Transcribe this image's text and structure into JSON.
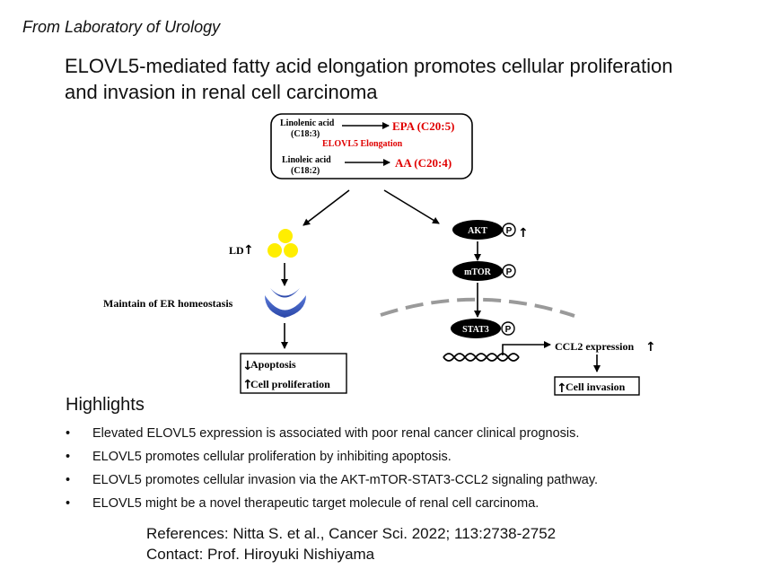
{
  "header": {
    "lab": "From Laboratory of Urology",
    "title_line1": "ELOVL5-mediated fatty acid elongation promotes cellular proliferation",
    "title_line2": "and invasion in renal cell carcinoma"
  },
  "diagram": {
    "box": {
      "linolenic_line1": "Linolenic acid",
      "linolenic_line2": "(C18:3)",
      "epa": "EPA (C20:5)",
      "elongation": "ELOVL5 Elongation",
      "linoleic_line1": "Linoleic acid",
      "linoleic_line2": "(C18:2)",
      "aa": "AA (C20:4)"
    },
    "left": {
      "ld": "LD",
      "er": "Maintain of ER homeostasis",
      "apoptosis": "Apoptosis",
      "proliferation": "Cell proliferation"
    },
    "right": {
      "akt": "AKT",
      "mtor": "mTOR",
      "stat3": "STAT3",
      "p": "P",
      "ccl2": "CCL2 expression",
      "invasion": "Cell invasion"
    },
    "colors": {
      "red": "#e00000",
      "lipid_droplet": "#ffee00",
      "er_blue": "#3a5cc0",
      "node": "#000000",
      "membrane": "#9a9a9a"
    },
    "arrows": {
      "up": "↑",
      "down": "↓"
    }
  },
  "highlights": {
    "heading": "Highlights",
    "bullet": "•",
    "items": [
      "Elevated ELOVL5 expression is associated with poor renal cancer clinical prognosis.",
      "ELOVL5 promotes cellular proliferation by inhibiting apoptosis.",
      "ELOVL5 promotes cellular invasion via the AKT-mTOR-STAT3-CCL2 signaling pathway.",
      "ELOVL5 might be a novel therapeutic target molecule of renal cell carcinoma."
    ]
  },
  "references": {
    "line1": "References: Nitta S. et al., Cancer Sci. 2022; 113:2738-2752",
    "line2": "Contact: Prof. Hiroyuki Nishiyama"
  }
}
